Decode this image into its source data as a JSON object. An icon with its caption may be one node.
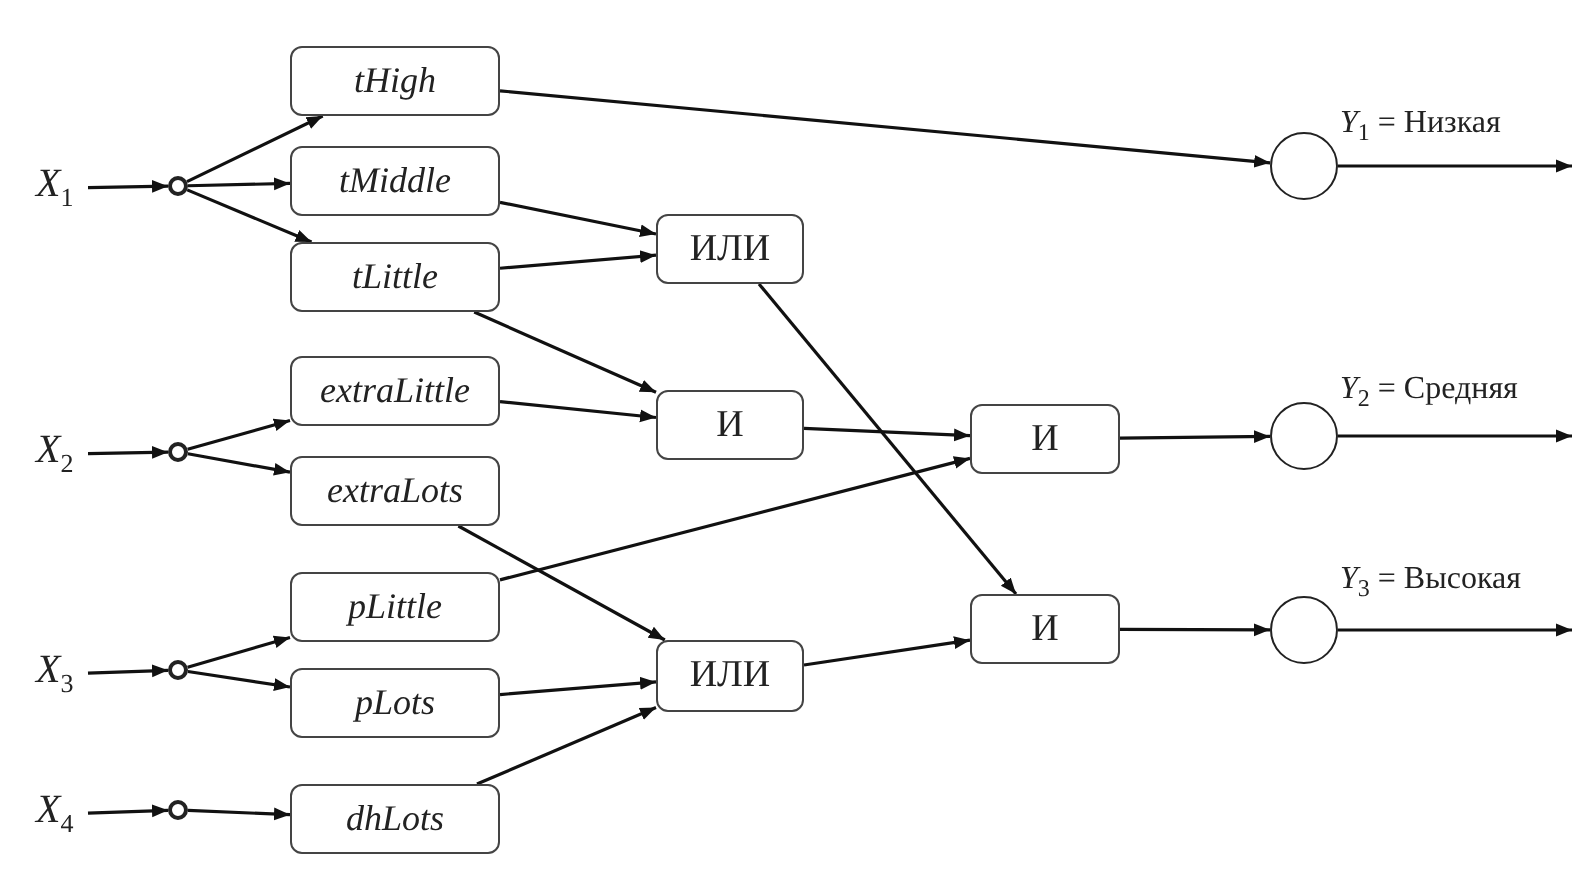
{
  "diagram": {
    "nodes": [
      {
        "text": [
          "*X*$_{1}$"
        ]
      },
      {
        "text": [],
        "shape": "circle"
      },
      {
        "text": [
          "tHigh"
        ]
      },
      {
        "text": [
          "tMiddle"
        ]
      },
      {
        "text": [
          "tLittle"
        ]
      },
      {
        "text": [
          "*X*$_{2}$"
        ]
      },
      {
        "text": [],
        "shape": "circle"
      },
      {
        "text": [
          "extraLittle"
        ]
      },
      {
        "text": [
          "extraLots"
        ]
      },
      {
        "text": [
          "*X*$_{3}$"
        ]
      },
      {
        "text": [],
        "shape": "circle"
      },
      {
        "text": [
          "pLittle"
        ]
      },
      {
        "text": [
          "pLots"
        ]
      },
      {
        "text": [
          "*X*$_{4}$"
        ]
      },
      {
        "text": [],
        "shape": "circle"
      },
      {
        "text": [
          "dhLots"
        ]
      },
      {
        "text": [
          "ИЛИ"
        ]
      },
      {
        "text": [
          "И"
        ]
      },
      {
        "text": [
          "ИЛИ"
        ]
      },
      {
        "text": [
          "И"
        ]
      },
      {
        "text": [
          "И"
        ]
      },
      {
        "text": [],
        "shape": "circle",
        "beside": [
          "*Y*$_{1}$ = Низкая"
        ]
      },
      {
        "text": [],
        "shape": "circle",
        "beside": [
          "*Y*$_{2}$ = Средняя"
        ]
      },
      {
        "text": [],
        "shape": "circle",
        "beside": [
          "*Y*$_{3}$ = Высокая"
        ]
      }
    ],
    "edges": [
      {
        "from": 0,
        "to": 1,
        "arrow": "to"
      },
      {
        "from": 1,
        "to": 2,
        "arrow": "to"
      },
      {
        "from": 1,
        "to": 3,
        "arrow": "to"
      },
      {
        "from": 1,
        "to": 4,
        "arrow": "to"
      },
      {
        "from": 5,
        "to": 6,
        "arrow": "to"
      },
      {
        "from": 6,
        "to": 7,
        "arrow": "to"
      },
      {
        "from": 6,
        "to": 8,
        "arrow": "to"
      },
      {
        "from": 9,
        "to": 10,
        "arrow": "to"
      },
      {
        "from": 10,
        "to": 11,
        "arrow": "to"
      },
      {
        "from": 10,
        "to": 12,
        "arrow": "to"
      },
      {
        "from": 13,
        "to": 14,
        "arrow": "to"
      },
      {
        "from": 14,
        "to": 15,
        "arrow": "to"
      },
      {
        "from": 2,
        "to": 21,
        "arrow": "to"
      },
      {
        "from": 3,
        "to": 16,
        "arrow": "to"
      },
      {
        "from": 4,
        "to": 16,
        "arrow": "to"
      },
      {
        "from": 4,
        "to": 17,
        "arrow": "to"
      },
      {
        "from": 7,
        "to": 17,
        "arrow": "to"
      },
      {
        "from": 8,
        "to": 18,
        "arrow": "to"
      },
      {
        "from": 12,
        "to": 18,
        "arrow": "to"
      },
      {
        "from": 15,
        "to": 18,
        "arrow": "to"
      },
      {
        "from": 11,
        "to": 19,
        "arrow": "to"
      },
      {
        "from": 17,
        "to": 19,
        "arrow": "to"
      },
      {
        "from": 16,
        "to": 20,
        "arrow": "to"
      },
      {
        "from": 18,
        "to": 20,
        "arrow": "to"
      },
      {
        "from": 19,
        "to": 22,
        "arrow": "to"
      },
      {
        "from": 20,
        "to": 23,
        "arrow": "to"
      },
      {
        "from": 21,
        "to": null,
        "arrow": "to"
      },
      {
        "from": 22,
        "to": null,
        "arrow": "to"
      },
      {
        "from": 23,
        "to": null,
        "arrow": "to"
      }
    ]
  }
}
